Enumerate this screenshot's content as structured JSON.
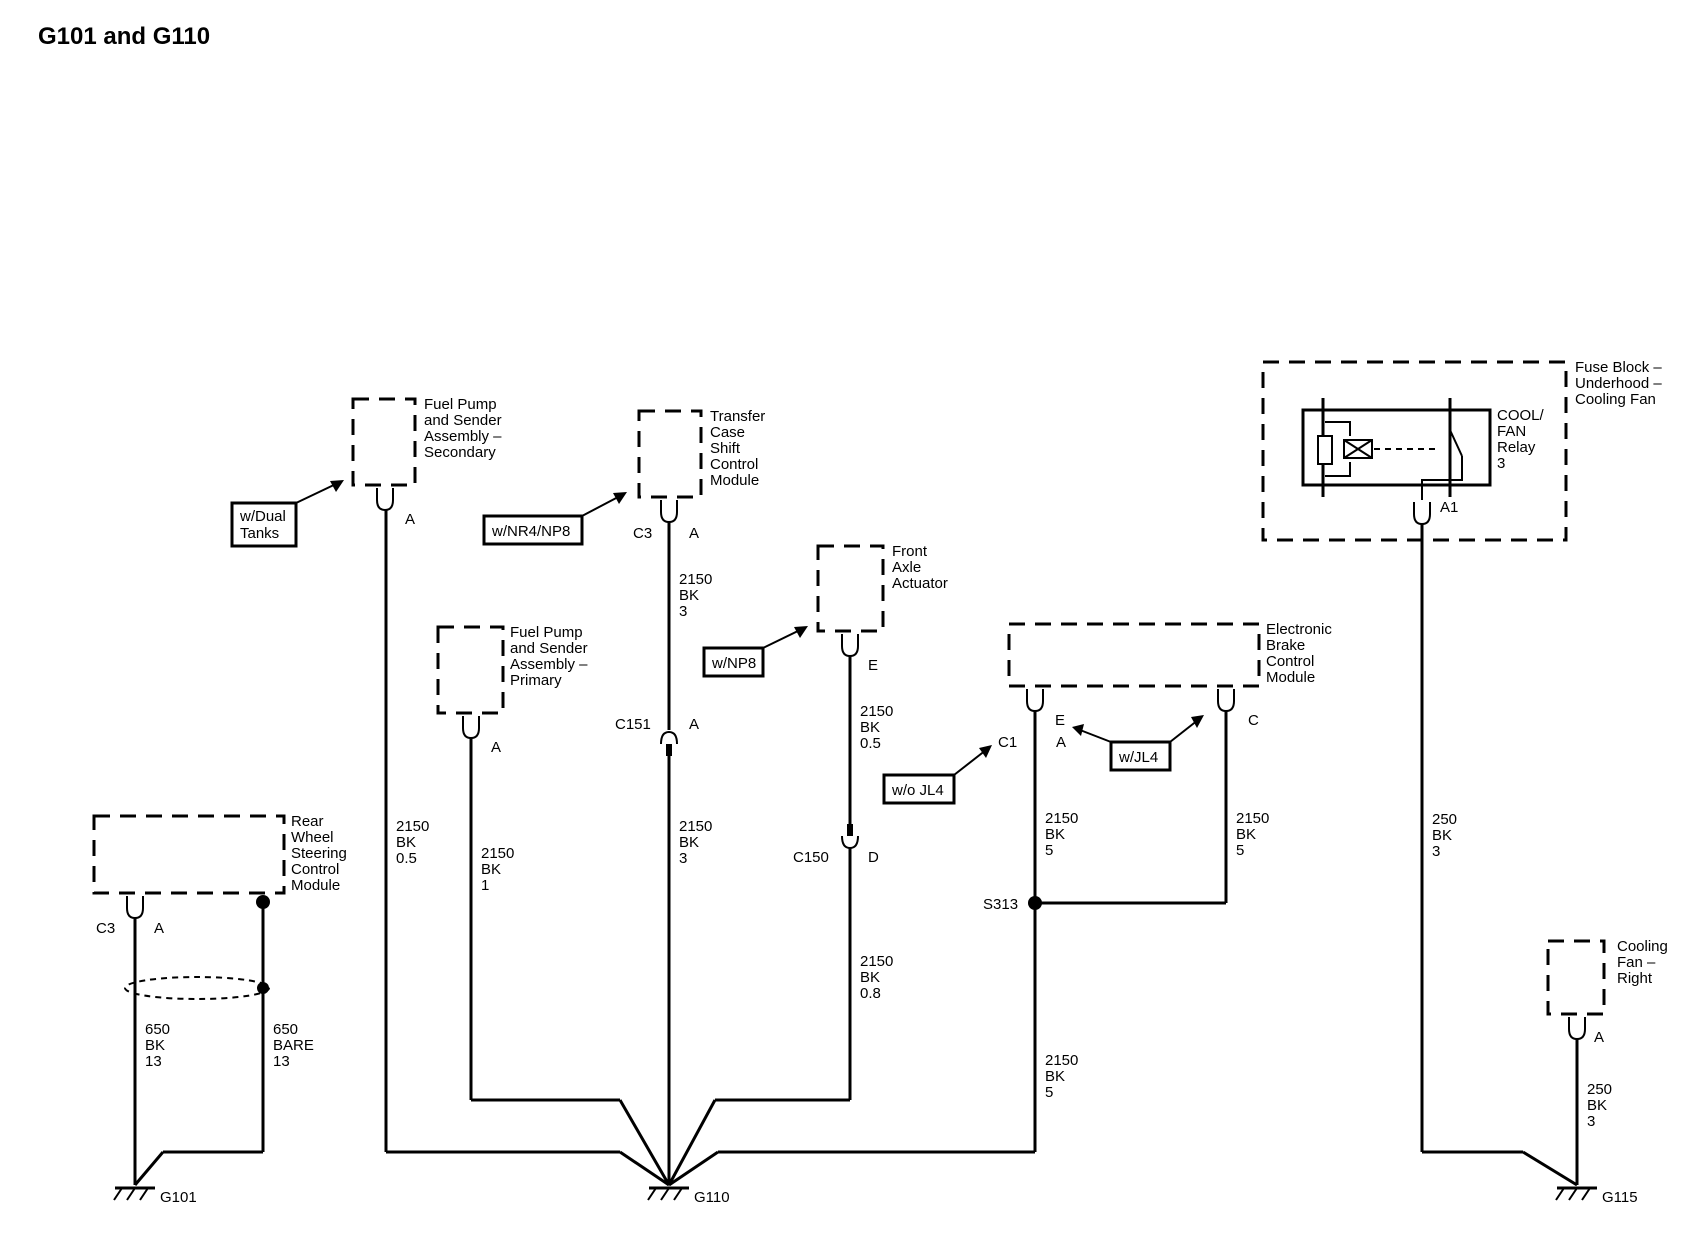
{
  "title": "G101 and G110",
  "components": {
    "fuel_pump_secondary": [
      "Fuel Pump",
      "and Sender",
      "Assembly –",
      "Secondary"
    ],
    "transfer_case": [
      "Transfer",
      "Case",
      "Shift",
      "Control",
      "Module"
    ],
    "front_axle": [
      "Front",
      "Axle",
      "Actuator"
    ],
    "fuel_pump_primary": [
      "Fuel Pump",
      "and Sender",
      "Assembly –",
      "Primary"
    ],
    "ebcm": [
      "Electronic",
      "Brake",
      "Control",
      "Module"
    ],
    "rear_wheel": [
      "Rear",
      "Wheel",
      "Steering",
      "Control",
      "Module"
    ],
    "fuse_block": [
      "Fuse Block –",
      "Underhood –",
      "Cooling Fan"
    ],
    "relay": [
      "COOL/",
      "FAN",
      "Relay",
      "3"
    ],
    "cooling_fan_right": [
      "Cooling",
      "Fan –",
      "Right"
    ]
  },
  "options": {
    "dual_tanks": [
      "w/Dual",
      "Tanks"
    ],
    "nr4_np8": "w/NR4/NP8",
    "np8": "w/NP8",
    "wo_jl4": "w/o JL4",
    "w_jl4": "w/JL4"
  },
  "pins": {
    "fp_sec_a": "A",
    "tc_c3": "C3",
    "tc_a": "A",
    "fa_e": "E",
    "fp_pri_a": "A",
    "c151": "C151",
    "c151_a": "A",
    "c150": "C150",
    "c150_d": "D",
    "ebcm_e": "E",
    "ebcm_a": "A",
    "ebcm_c1": "C1",
    "ebcm_c": "C",
    "rw_c3": "C3",
    "rw_a": "A",
    "relay_a1": "A1",
    "cf_a": "A"
  },
  "wires": {
    "fp_sec": [
      "2150",
      "BK",
      "0.5"
    ],
    "tc_upper": [
      "2150",
      "BK",
      "3"
    ],
    "tc_lower": [
      "2150",
      "BK",
      "3"
    ],
    "fp_pri": [
      "2150",
      "BK",
      "1"
    ],
    "fa_upper": [
      "2150",
      "BK",
      "0.5"
    ],
    "fa_lower": [
      "2150",
      "BK",
      "0.8"
    ],
    "ebcm_left": [
      "2150",
      "BK",
      "5"
    ],
    "ebcm_right": [
      "2150",
      "BK",
      "5"
    ],
    "ebcm_lower": [
      "2150",
      "BK",
      "5"
    ],
    "rw_bk": [
      "650",
      "BK",
      "13"
    ],
    "rw_bare": [
      "650",
      "BARE",
      "13"
    ],
    "relay_wire": [
      "250",
      "BK",
      "3"
    ],
    "cf_wire": [
      "250",
      "BK",
      "3"
    ]
  },
  "splice": "S313",
  "grounds": {
    "g101": "G101",
    "g110": "G110",
    "g115": "G115"
  }
}
